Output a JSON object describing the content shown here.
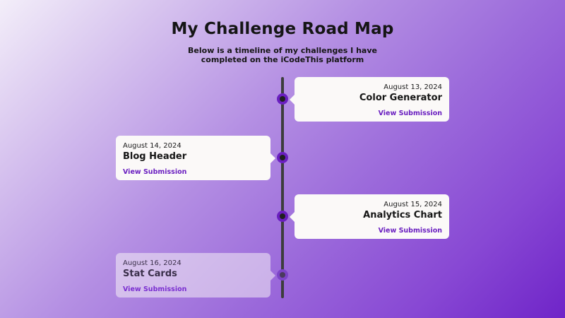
{
  "header": {
    "title": "My Challenge Road Map",
    "subtitle": "Below is a timeline of my challenges I have completed on the iCodeThis platform"
  },
  "timeline": {
    "entries": [
      {
        "date": "August 13, 2024",
        "title": "Color Generator",
        "link_label": "View Submission",
        "side": "right"
      },
      {
        "date": "August 14, 2024",
        "title": "Blog Header",
        "link_label": "View Submission",
        "side": "left"
      },
      {
        "date": "August 15, 2024",
        "title": "Analytics Chart",
        "link_label": "View Submission",
        "side": "right"
      },
      {
        "date": "August 16, 2024",
        "title": "Stat Cards",
        "link_label": "View Submission",
        "side": "left"
      }
    ]
  },
  "colors": {
    "accent": "#6a1fc0",
    "card_background": "#fbf9f8",
    "line": "#3d3d3d"
  }
}
